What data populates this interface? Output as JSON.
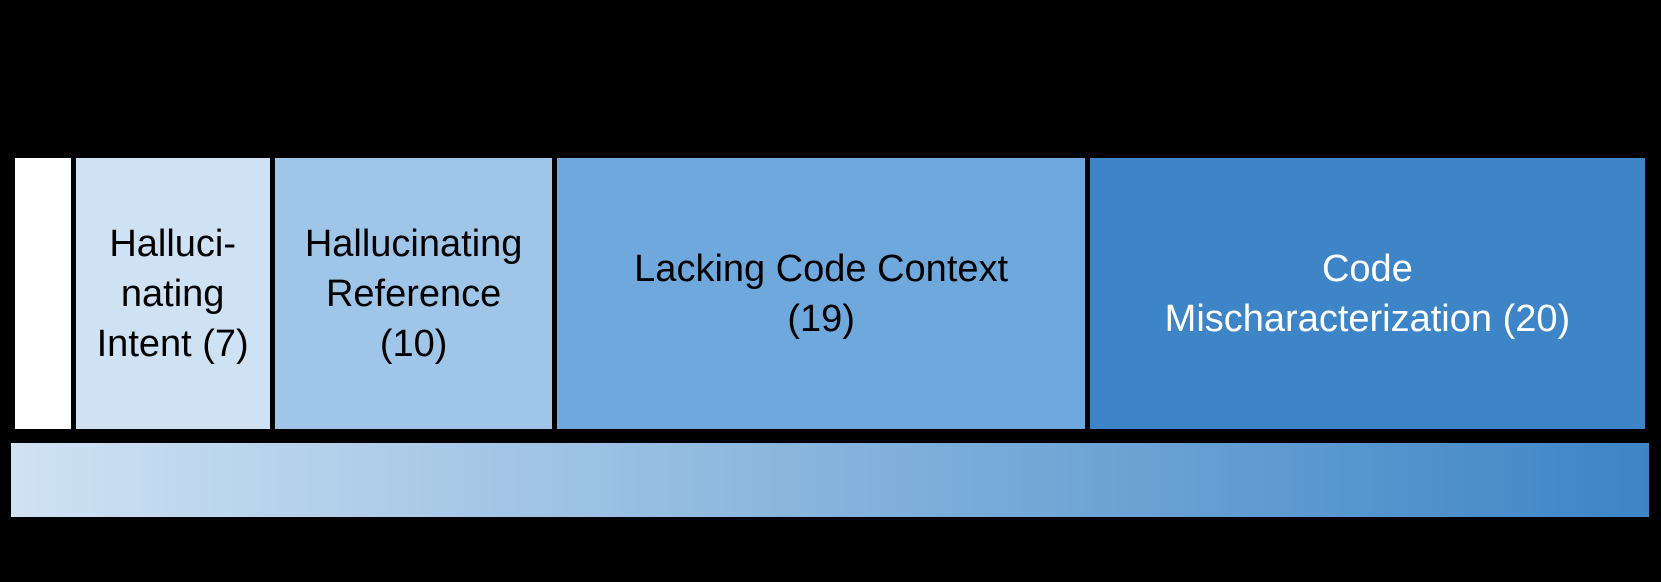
{
  "figure": {
    "background_color": "#000000",
    "border_color": "#000000"
  },
  "chart_data": {
    "type": "bar",
    "subtype": "proportional-stacked-horizontal",
    "title": "",
    "xlabel": "",
    "ylabel": "",
    "legend": "none",
    "segments": [
      {
        "name": "unlabeled-segment",
        "label": "",
        "value": 2,
        "color": "#ffffff",
        "text_color": "#000000"
      },
      {
        "name": "hallucinating-intent",
        "label": "Halluci-\nnating\nIntent (7)",
        "value": 7,
        "color": "#cfe2f3",
        "text_color": "#000000"
      },
      {
        "name": "hallucinating-reference",
        "label": "Hallucinating\nReference\n(10)",
        "value": 10,
        "color": "#9fc5e8",
        "text_color": "#000000"
      },
      {
        "name": "lacking-code-context",
        "label": "Lacking Code Context\n(19)",
        "value": 19,
        "color": "#6fa8dc",
        "text_color": "#000000"
      },
      {
        "name": "code-mischaracterization",
        "label": "Code\nMischaracterization (20)",
        "value": 20,
        "color": "#3d85c6",
        "text_color": "#ffffff"
      }
    ],
    "gradient_bar": {
      "from": "#cfe2f3",
      "to": "#3d85c6",
      "direction": "left-to-right"
    }
  }
}
